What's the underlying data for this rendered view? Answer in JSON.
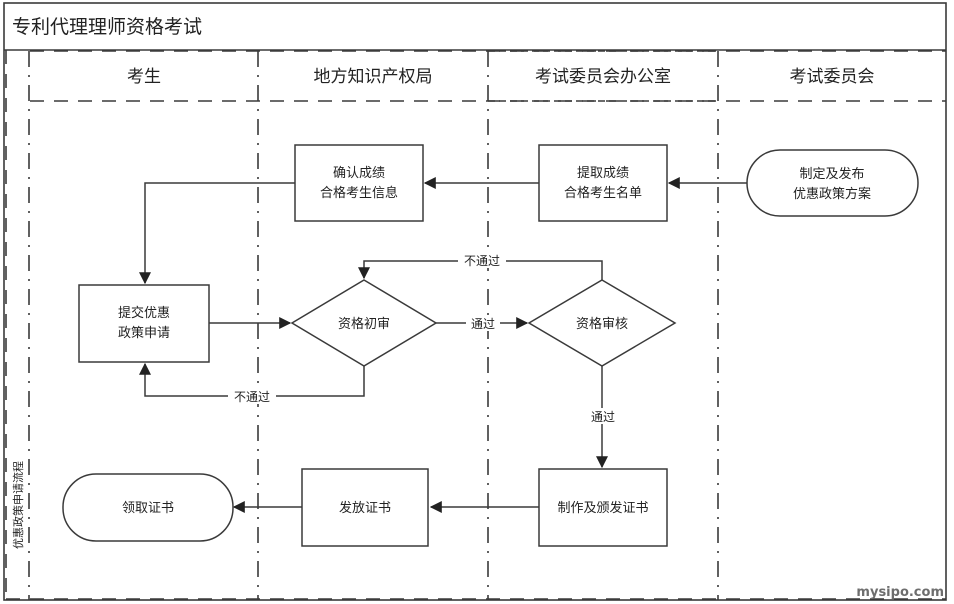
{
  "diagram": {
    "title": "专利代理理师资格考试",
    "side_label": "优惠政策申请流程",
    "watermark": "mysipo.com",
    "lanes": [
      {
        "id": "candidate",
        "label": "考生"
      },
      {
        "id": "local_ipo",
        "label": "地方知识产权局"
      },
      {
        "id": "exam_office",
        "label": "考试委员会办公室"
      },
      {
        "id": "exam_committee",
        "label": "考试委员会"
      }
    ],
    "nodes": {
      "publish_policy": {
        "type": "terminator",
        "lane": "exam_committee",
        "lines": [
          "制定及发布",
          "优惠政策方案"
        ]
      },
      "extract_list": {
        "type": "process",
        "lane": "exam_office",
        "lines": [
          "提取成绩",
          "合格考生名单"
        ]
      },
      "confirm_info": {
        "type": "process",
        "lane": "local_ipo",
        "lines": [
          "确认成绩",
          "合格考生信息"
        ]
      },
      "submit_application": {
        "type": "process",
        "lane": "candidate",
        "lines": [
          "提交优惠",
          "政策申请"
        ]
      },
      "preliminary_review": {
        "type": "decision",
        "lane": "local_ipo",
        "lines": [
          "资格初审"
        ]
      },
      "qualification_review": {
        "type": "decision",
        "lane": "exam_office",
        "lines": [
          "资格审核"
        ]
      },
      "issue_certificate_make": {
        "type": "process",
        "lane": "exam_office",
        "lines": [
          "制作及颁发证书"
        ]
      },
      "distribute_certificate": {
        "type": "process",
        "lane": "local_ipo",
        "lines": [
          "发放证书"
        ]
      },
      "receive_certificate": {
        "type": "terminator",
        "lane": "candidate",
        "lines": [
          "领取证书"
        ]
      }
    },
    "edges": {
      "policy_to_list": {
        "from": "publish_policy",
        "to": "extract_list",
        "label": ""
      },
      "list_to_confirm": {
        "from": "extract_list",
        "to": "confirm_info",
        "label": ""
      },
      "confirm_to_submit": {
        "from": "confirm_info",
        "to": "submit_application",
        "label": ""
      },
      "submit_to_prelim": {
        "from": "submit_application",
        "to": "preliminary_review",
        "label": ""
      },
      "prelim_fail": {
        "from": "preliminary_review",
        "to": "submit_application",
        "label": "不通过"
      },
      "prelim_pass": {
        "from": "preliminary_review",
        "to": "qualification_review",
        "label": "通过"
      },
      "review_fail": {
        "from": "qualification_review",
        "to": "preliminary_review",
        "label": "不通过"
      },
      "review_pass": {
        "from": "qualification_review",
        "to": "issue_certificate_make",
        "label": "通过"
      },
      "make_to_distribute": {
        "from": "issue_certificate_make",
        "to": "distribute_certificate",
        "label": ""
      },
      "distribute_to_receive": {
        "from": "distribute_certificate",
        "to": "receive_certificate",
        "label": ""
      }
    }
  }
}
